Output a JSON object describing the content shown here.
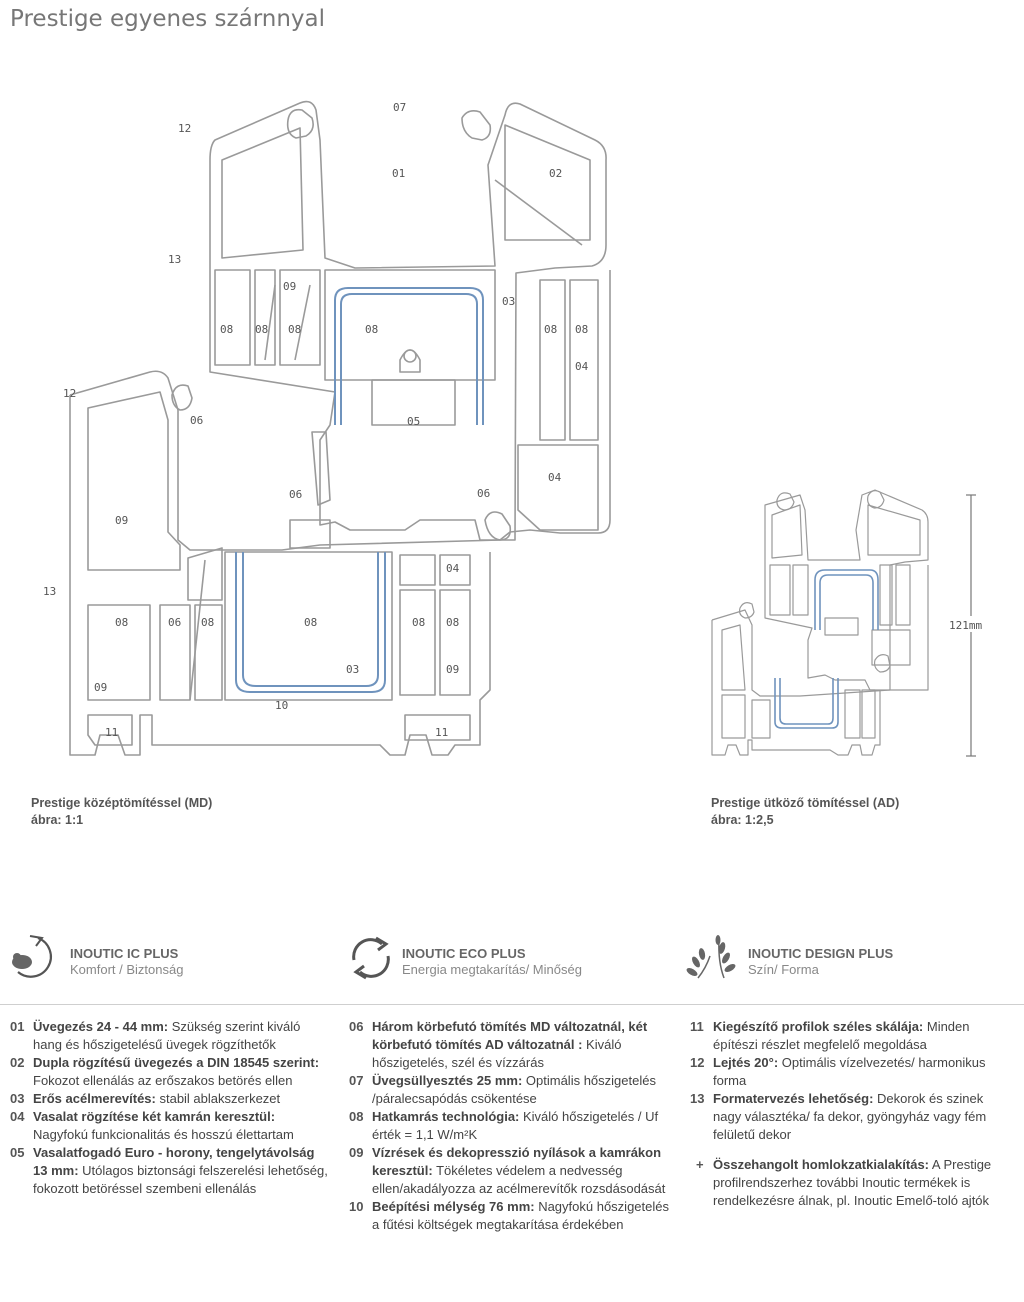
{
  "title": "Prestige egyenes szárnnyal",
  "diagram_md": {
    "labels": {
      "l07": "07",
      "l01": "01",
      "l02": "02",
      "l12a": "12",
      "l13a": "13",
      "l09a": "09",
      "l03a": "03",
      "l08a": "08",
      "l08b": "08",
      "l08c": "08",
      "l08d": "08",
      "l08e": "08",
      "l08f": "08",
      "l04a": "04",
      "l12b": "12",
      "l06a": "06",
      "l05": "05",
      "l04b": "04",
      "l09b": "09",
      "l06b": "06",
      "l06c": "06",
      "l13b": "13",
      "l04c": "04",
      "l08g": "08",
      "l06d": "06",
      "l08h": "08",
      "l08i": "08",
      "l08j": "08",
      "l08k": "08",
      "l09c": "09",
      "l03b": "03",
      "l09d": "09",
      "l10": "10",
      "l11a": "11",
      "l11b": "11"
    },
    "caption_line1": "Prestige középtömítéssel  (MD)",
    "caption_line2": "ábra: 1:1"
  },
  "diagram_ad": {
    "dimension": "121mm",
    "caption_line1": "Prestige ütköző tömítéssel  (AD)",
    "caption_line2": "ábra: 1:2,5"
  },
  "features": [
    {
      "name": "INOUTIC IC PLUS",
      "sub": "Komfort / Biztonság",
      "icon": "comfort-security-icon"
    },
    {
      "name": "INOUTIC ECO PLUS",
      "sub": "Energia megtakarítás/ Minőség",
      "icon": "recycle-arrows-icon"
    },
    {
      "name": "INOUTIC DESIGN PLUS",
      "sub": "Szín/ Forma",
      "icon": "laurel-wreath-icon"
    }
  ],
  "columns": [
    [
      {
        "num": "01",
        "bold": "Üvegezés 24 - 44 mm:",
        "text": " Szükség szerint kiváló hang és hőszigetelésű üvegek rögzíthetők"
      },
      {
        "num": "02",
        "bold": "Dupla rögzítésű üvegezés a DIN 18545 szerint:",
        "text": " Fokozot ellenálás az erőszakos betörés ellen"
      },
      {
        "num": "03",
        "bold": "Erős acélmerevítés:",
        "text": " stabil ablakszerkezet"
      },
      {
        "num": "04",
        "bold": "Vasalat rögzítése két kamrán keresztül:",
        "text": " Nagyfokú funkcionalitás és hosszú élettartam"
      },
      {
        "num": "05",
        "bold": "Vasalatfogadó Euro - horony, tengelytávolság 13 mm:",
        "text": " Utólagos biztonsági felszerelési lehetőség, fokozott betöréssel szembeni ellenálás"
      }
    ],
    [
      {
        "num": "06",
        "bold": "Három körbefutó tömítés MD változatnál, két körbefutó tömítés AD változatnál :",
        "text": " Kiváló hőszigetelés, szél és vízzárás"
      },
      {
        "num": "07",
        "bold": "Üvegsüllyesztés 25 mm:",
        "text": " Optimális hőszigetelés /páralecsapódás csökentése"
      },
      {
        "num": "08",
        "bold": "Hatkamrás technológia:",
        "text": " Kiváló hőszigetelés / Uf érték = 1,1 W/m²K"
      },
      {
        "num": "09",
        "bold": "Vízrések és dekopresszió nyílások a kamrákon keresztül:",
        "text": " Tökéletes védelem a nedvesség ellen/akadályozza az acélmerevítők rozsdásodását"
      },
      {
        "num": "10",
        "bold": "Beépítési mélység 76 mm:",
        "text": " Nagyfokú hőszigetelés a fűtési költségek megtakarítása érdekében"
      }
    ],
    [
      {
        "num": "11",
        "bold": "Kiegészítő profilok széles skálája:",
        "text": " Minden építészi részlet megfelelő megoldása"
      },
      {
        "num": "12",
        "bold": "Lejtés 20°:",
        "text": " Optimális vízelvezetés/ harmonikus forma"
      },
      {
        "num": "13",
        "bold": "Formatervezés lehetőség:",
        "text": " Dekorok és szinek nagy választéka/ fa dekor, gyöngyház vagy fém felületű dekor"
      },
      {
        "num": "+",
        "bold": "Összehangolt homlokzatkialakítás:",
        "text": " A Prestige profilrendszerhez további Inoutic termékek is rendelkezésre álnak, pl. Inoutic Emelő-toló ajtók"
      }
    ]
  ],
  "colors": {
    "profile_line": "#9a9a9a",
    "steel_blue": "#6f93bd",
    "text": "#444444",
    "title": "#777777"
  }
}
